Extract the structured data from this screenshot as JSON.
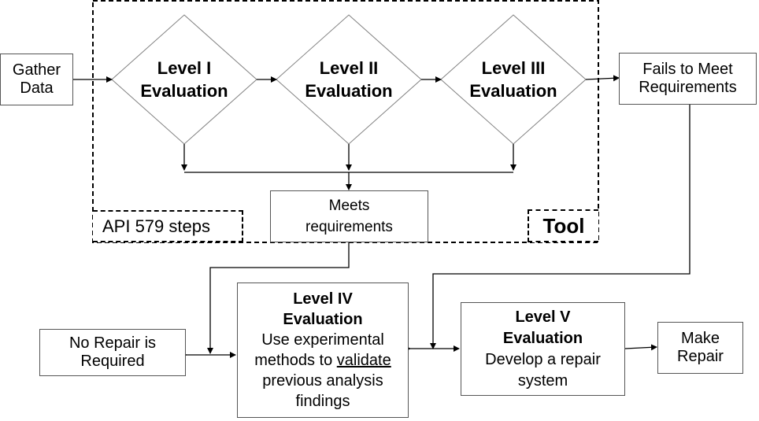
{
  "gather_data": [
    "Gather",
    "Data"
  ],
  "level_1": [
    "Level I",
    "Evaluation"
  ],
  "level_2": [
    "Level II",
    "Evaluation"
  ],
  "level_3": [
    "Level III",
    "Evaluation"
  ],
  "fails": [
    "Fails to Meet",
    "Requirements"
  ],
  "meets": [
    "Meets",
    "requirements"
  ],
  "api_label": "API 579 steps",
  "tool_label": "Tool",
  "no_repair": [
    "No Repair is",
    "Required"
  ],
  "level_4": {
    "title": "Level IV",
    "subtitle": "Evaluation",
    "line1": "Use experimental",
    "line2_pre": "methods to ",
    "line2_u": "validate",
    "line3": "previous analysis",
    "line4": "findings"
  },
  "level_5": {
    "title": "Level V",
    "subtitle": "Evaluation",
    "line1": "Develop a repair",
    "line2": "system"
  },
  "make_repair": [
    "Make",
    "Repair"
  ]
}
